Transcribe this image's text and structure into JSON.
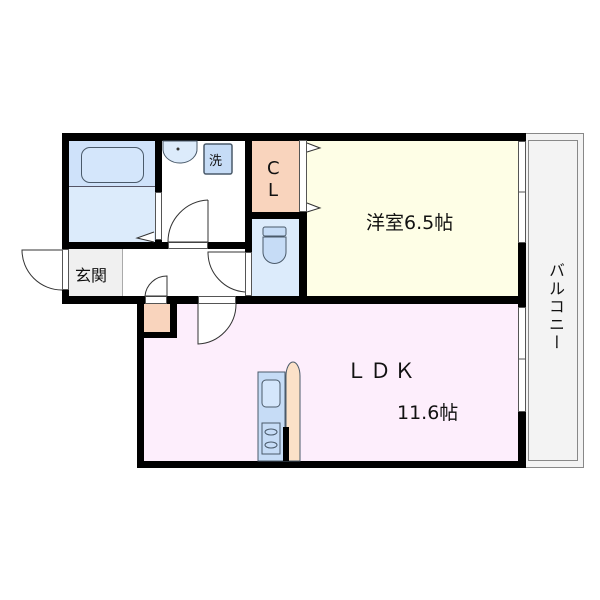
{
  "floorplan": {
    "rooms": {
      "western_room": {
        "label": "洋室6.5帖",
        "color": "#fefee6"
      },
      "ldk": {
        "label": "ＬＤＫ",
        "area": "11.6帖",
        "color": "#fdeefc"
      },
      "closet": {
        "label_line1": "C",
        "label_line2": "L",
        "color": "#f9d4bd"
      },
      "entrance": {
        "label": "玄関",
        "color": "#f0f0f0"
      },
      "balcony": {
        "label": "バルコニー",
        "color": "#f3f3f3"
      },
      "bath": {
        "color": "#dcebfb"
      },
      "toilet": {
        "color": "#dcebfb"
      },
      "washroom": {
        "washer_label": "洗",
        "color": "#ffffff"
      }
    },
    "colors": {
      "wall": "#000000",
      "fixture_blue": "#c6dcf6",
      "fixture_stroke": "#4a5a6a",
      "fridge": "#fbe1c8"
    }
  }
}
